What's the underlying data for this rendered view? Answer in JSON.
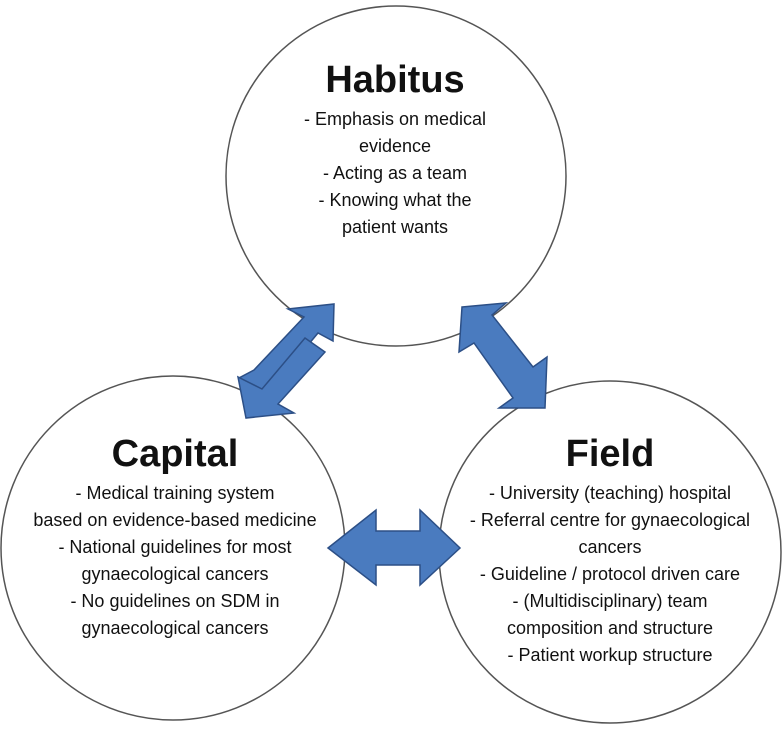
{
  "colors": {
    "arrow_fill": "#4a7bbf",
    "arrow_stroke": "#2c4f86",
    "circle_stroke": "#555555"
  },
  "habitus": {
    "title": "Habitus",
    "lines": [
      "- Emphasis on medical",
      "evidence",
      "- Acting as a team",
      "- Knowing what the",
      "patient wants"
    ]
  },
  "capital": {
    "title": "Capital",
    "lines": [
      "- Medical training system",
      "based on evidence-based medicine",
      "- National guidelines for most",
      "gynaecological cancers",
      "- No guidelines on SDM in",
      "gynaecological cancers"
    ]
  },
  "field": {
    "title": "Field",
    "lines": [
      "- University (teaching) hospital",
      "- Referral centre for gynaecological",
      "cancers",
      "- Guideline / protocol driven care",
      "- (Multidisciplinary) team",
      "composition and structure",
      "- Patient workup structure"
    ]
  }
}
